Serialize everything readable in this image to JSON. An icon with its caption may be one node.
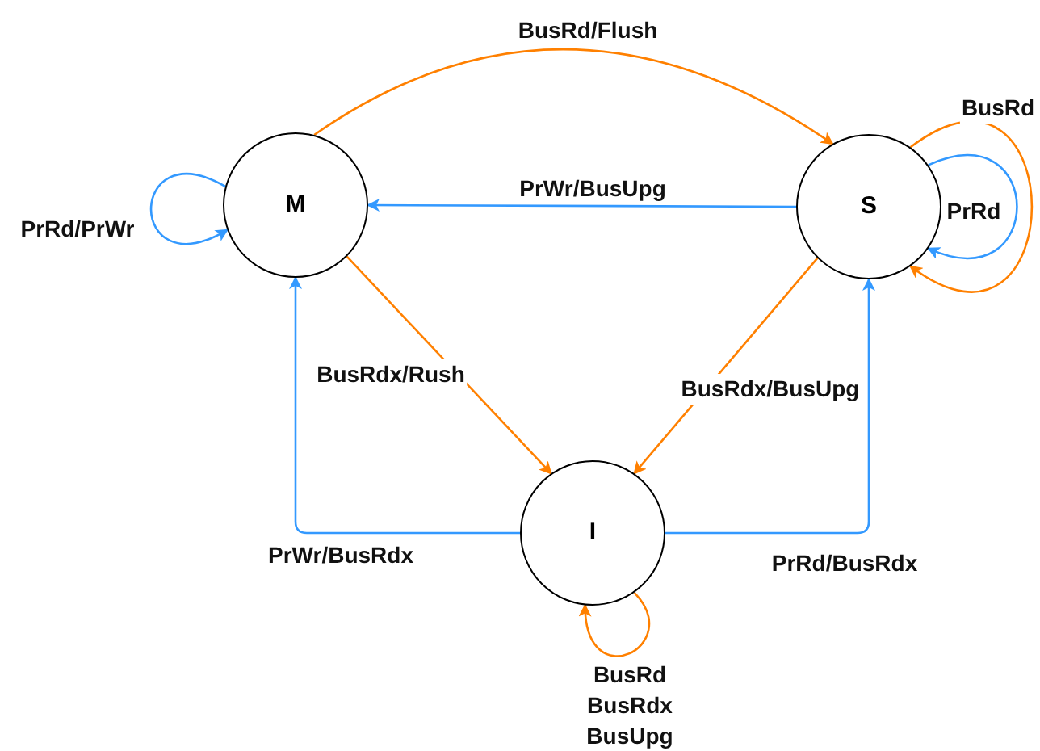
{
  "diagram": {
    "nodes": [
      {
        "text": [
          "M"
        ]
      },
      {
        "text": [
          "S"
        ]
      },
      {
        "text": [
          "I"
        ]
      }
    ],
    "edges": [
      {
        "from": 0,
        "to": 1,
        "arrow": "to",
        "label": "BusRd/Flush",
        "color": "#ff8000"
      },
      {
        "from": 1,
        "to": 0,
        "arrow": "to",
        "label": "PrWr/BusUpg",
        "color": "#3399ff"
      },
      {
        "from": 0,
        "to": 2,
        "arrow": "to",
        "label": "BusRdx/Rush",
        "color": "#ff8000"
      },
      {
        "from": 1,
        "to": 2,
        "arrow": "to",
        "label": "BusRdx/BusUpg",
        "color": "#ff8000"
      },
      {
        "from": 2,
        "to": 0,
        "arrow": "to",
        "label": "PrWr/BusRdx",
        "color": "#3399ff"
      },
      {
        "from": 2,
        "to": 1,
        "arrow": "to",
        "label": "PrRd/BusRdx",
        "color": "#3399ff"
      },
      {
        "from": 0,
        "to": 0,
        "arrow": "to",
        "label": "PrRd/PrWr",
        "color": "#3399ff"
      },
      {
        "from": 1,
        "to": 1,
        "arrow": "to",
        "label": "PrRd",
        "color": "#3399ff"
      },
      {
        "from": 1,
        "to": 1,
        "arrow": "to",
        "label": "BusRd",
        "color": "#ff8000"
      },
      {
        "from": 2,
        "to": 2,
        "arrow": "to",
        "label": "BusRd BusRdx BusUpg",
        "color": "#ff8000"
      }
    ]
  }
}
